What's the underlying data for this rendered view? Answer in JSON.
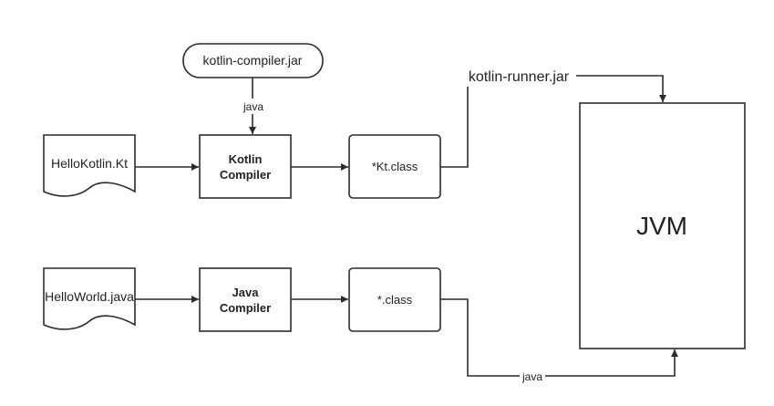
{
  "diagram": {
    "kotlin_compiler_jar": "kotlin-compiler.jar",
    "java_label_top": "java",
    "hello_kotlin": "HelloKotlin.Kt",
    "kotlin_compiler_line1": "Kotlin",
    "kotlin_compiler_line2": "Compiler",
    "kt_class": "*Kt.class",
    "kotlin_runner_jar": "kotlin-runner.jar",
    "jvm": "JVM",
    "hello_world": "HelloWorld.java",
    "java_compiler_line1": "Java",
    "java_compiler_line2": "Compiler",
    "class_file": "*.class",
    "java_label_bottom": "java"
  }
}
